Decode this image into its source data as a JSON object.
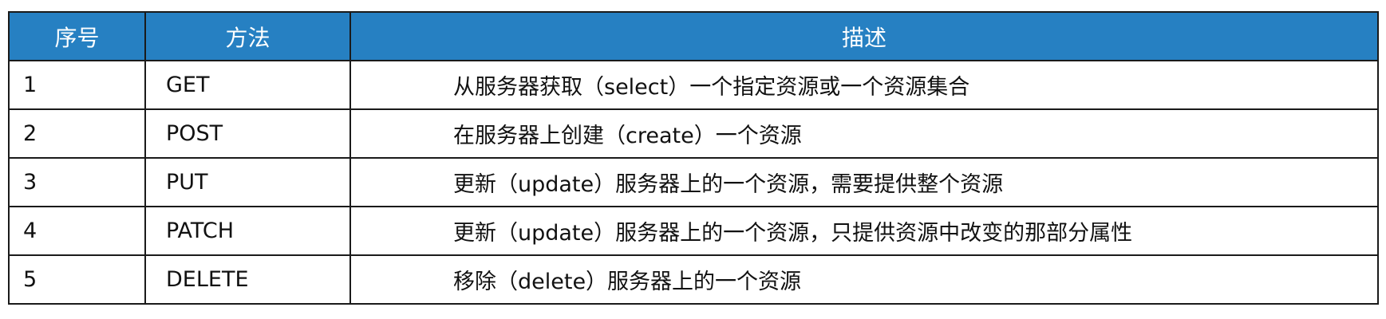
{
  "colors": {
    "header_bg": "#2680c2",
    "header_text": "#ffffff",
    "border": "#1a1a1a"
  },
  "table": {
    "headers": [
      "序号",
      "方法",
      "描述"
    ],
    "rows": [
      {
        "index": "1",
        "method": "GET",
        "description": "从服务器获取（select）一个指定资源或一个资源集合"
      },
      {
        "index": "2",
        "method": "POST",
        "description": "在服务器上创建（create）一个资源"
      },
      {
        "index": "3",
        "method": "PUT",
        "description": "更新（update）服务器上的一个资源，需要提供整个资源"
      },
      {
        "index": "4",
        "method": "PATCH",
        "description": "更新（update）服务器上的一个资源，只提供资源中改变的那部分属性"
      },
      {
        "index": "5",
        "method": "DELETE",
        "description": "移除（delete）服务器上的一个资源"
      }
    ]
  }
}
